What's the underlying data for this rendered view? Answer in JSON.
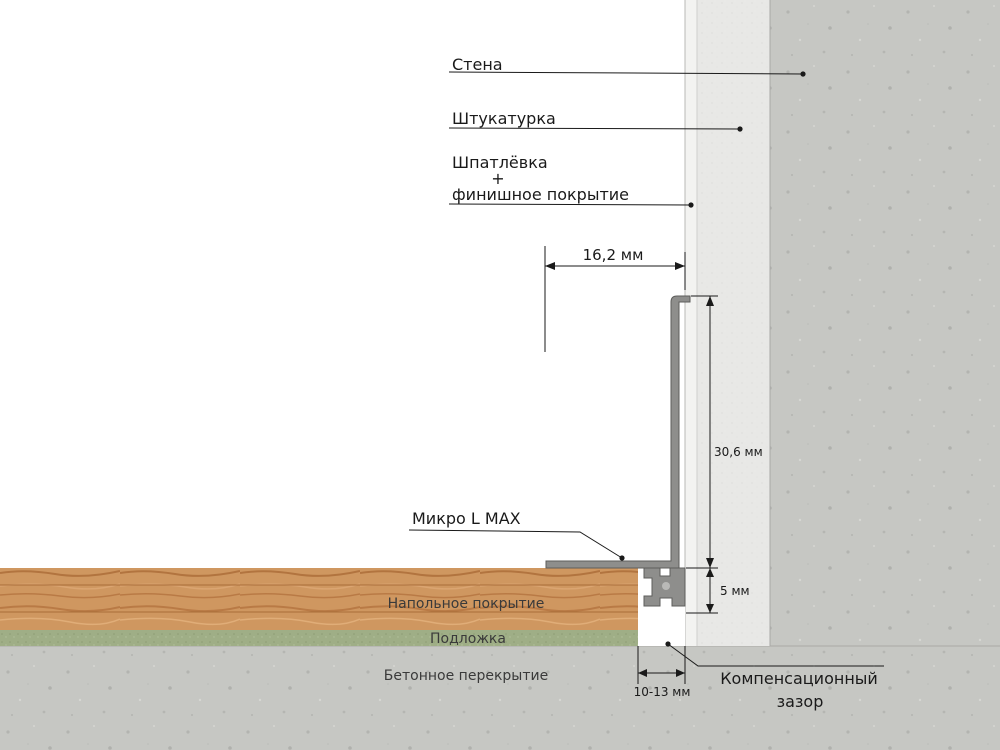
{
  "labels": {
    "wall": "Стена",
    "plaster": "Штукатурка",
    "putty_line1": "Шпатлёвка",
    "putty_plus": "+",
    "putty_line2": "финишное покрытие",
    "profile": "Микро L MAX",
    "floor_cover": "Напольное покрытие",
    "underlay": "Подложка",
    "slab": "Бетонное перекрытие",
    "gap_line1": "Компенсационный",
    "gap_line2": "зазор"
  },
  "dimensions": {
    "profile_depth": "16,2 мм",
    "profile_height": "30,6 мм",
    "floor_step": "5 мм",
    "gap_width": "10-13 мм"
  },
  "colors": {
    "concrete": "#c7c8c4",
    "plaster": "#e9e9e7",
    "putty": "#f4f4f2",
    "wood_light": "#d29a62",
    "wood_dark": "#b97a45",
    "underlay": "#9fae86",
    "profile": "#8f8f8d",
    "ink": "#1a1a1a"
  }
}
